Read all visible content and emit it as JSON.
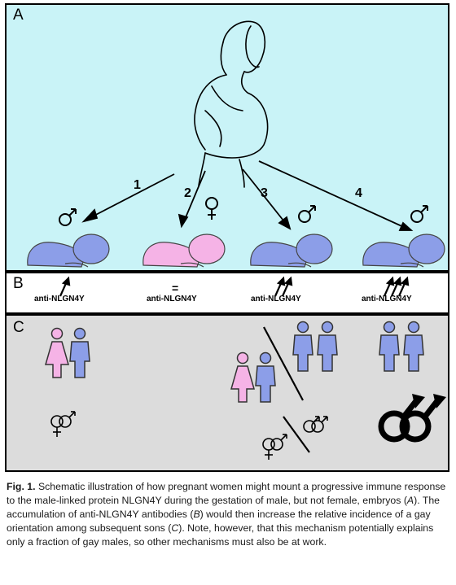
{
  "panels": {
    "a": {
      "label": "A",
      "arrow_numbers": [
        "1",
        "2",
        "3",
        "4"
      ]
    },
    "b": {
      "label": "B",
      "antibody_label": "anti-NLGN4Y",
      "equal_sign": "="
    },
    "c": {
      "label": "C"
    }
  },
  "caption": {
    "fig_label": "Fig. 1.",
    "part1": " Schematic illustration of how pregnant women might mount a progressive immune response to the male-linked protein NLGN4Y during the gestation of male, but not female, embryos (",
    "ref_a": "A",
    "part2": "). The accumulation of anti-NLGN4Y antibodies (",
    "ref_b": "B",
    "part3": ") would then increase the relative incidence of a gay orientation among subsequent sons (",
    "ref_c": "C",
    "part4": "). Note, however, that this mechanism potentially explains only a fraction of gay males, so other mechanisms must also be at work."
  },
  "colors": {
    "panel_a_bg": "#c9f3f7",
    "panel_c_bg": "#dcdcdc",
    "male_blue": "#8c9ee8",
    "female_pink": "#f5b3e6"
  }
}
